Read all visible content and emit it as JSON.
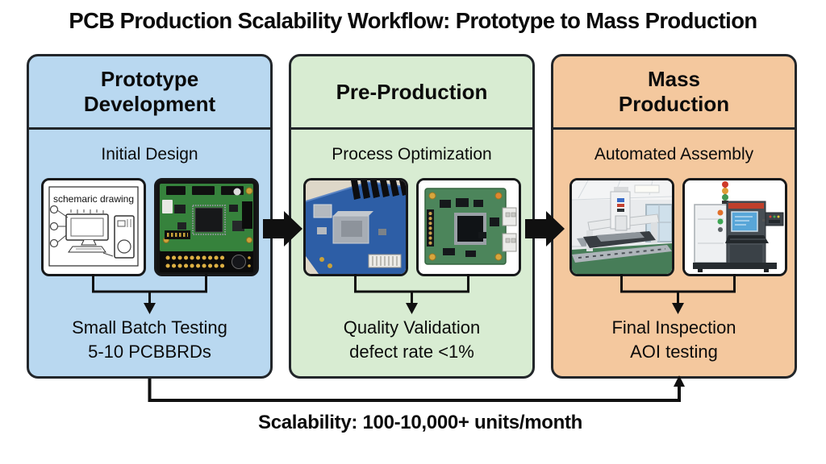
{
  "title": "PCB Production Scalability Workflow: Prototype to Mass Production",
  "stages": [
    {
      "name": "Prototype Development",
      "header_lines": [
        "Prototype",
        "Development"
      ],
      "subtitle": "Initial Design",
      "images": [
        {
          "name": "schematic-drawing-image",
          "caption": "schemaric drawing"
        },
        {
          "name": "prototype-pcb-photo"
        }
      ],
      "result_lines": [
        "Small Batch Testing",
        "5-10 PCBBRDs"
      ],
      "fill_color": "#b9d8f0"
    },
    {
      "name": "Pre-Production",
      "header_lines": [
        "Pre-Production"
      ],
      "subtitle": "Process Optimization",
      "images": [
        {
          "name": "blue-pcb-closeup-photo"
        },
        {
          "name": "green-pcb-module-photo"
        }
      ],
      "result_lines": [
        "Quality Validation",
        "defect rate <1%"
      ],
      "fill_color": "#d8ecd2"
    },
    {
      "name": "Mass Production",
      "header_lines": [
        "Mass",
        "Production"
      ],
      "subtitle": "Automated Assembly",
      "images": [
        {
          "name": "assembly-machine-photo"
        },
        {
          "name": "aoi-inspection-machine-photo"
        }
      ],
      "result_lines": [
        "Final Inspection",
        "AOI testing"
      ],
      "fill_color": "#f4c89e"
    }
  ],
  "footer": {
    "scalability_label": "Scalability: 100-10,000+ units/month"
  },
  "colors": {
    "stage_border": "#22262a",
    "connector": "#101010",
    "background": "#ffffff"
  }
}
